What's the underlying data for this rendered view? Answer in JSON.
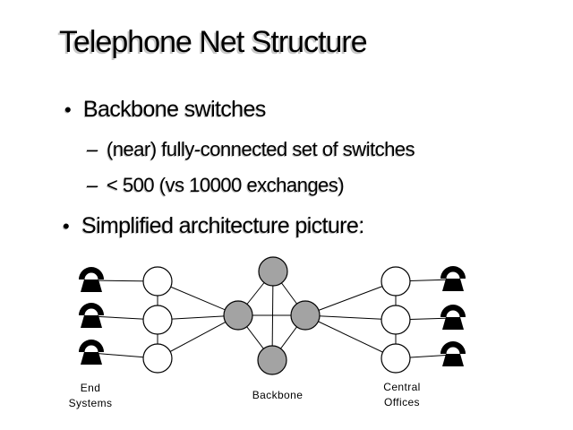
{
  "slide": {
    "title": "Telephone Net Structure"
  },
  "bullets": [
    {
      "level": 1,
      "marker": "•",
      "text": "Backbone switches"
    },
    {
      "level": 2,
      "marker": "–",
      "text": "(near) fully-connected set of switches"
    },
    {
      "level": 2,
      "marker": "–",
      "text": "< 500 (vs 10000 exchanges)"
    },
    {
      "level": 1,
      "marker": "•",
      "text": "Simplified architecture picture:"
    }
  ],
  "diagram": {
    "labels": {
      "end_systems_line1": "End",
      "end_systems_line2": "Systems",
      "backbone": "Backbone",
      "central_offices_line1": "Central",
      "central_offices_line2": "Offices"
    },
    "colors": {
      "backbone_node_fill": "#a3a3a3",
      "central_office_node_fill": "#ffffff",
      "line_color": "#000000",
      "background": "#ffffff"
    }
  }
}
